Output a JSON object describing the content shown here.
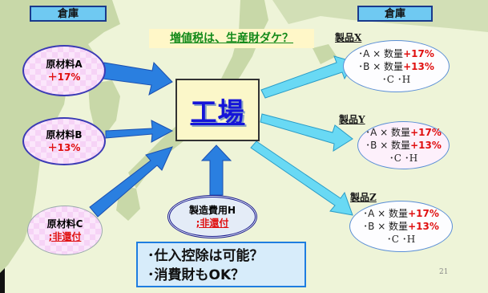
{
  "warehouse_left": "倉庫",
  "warehouse_right": "倉庫",
  "headline": "増値税は、生産財ダケ？",
  "materials": [
    {
      "name": "原材料A",
      "rate": "＋17%"
    },
    {
      "name": "原材料B",
      "rate": "＋13%"
    },
    {
      "name": "原材料C",
      "rate": ";非還付"
    }
  ],
  "factory": "工場",
  "expense": {
    "name": "製造費用H",
    "rate": ";非還付"
  },
  "callout": {
    "line1": "･仕入控除は可能？",
    "line2": "･消費財もOK？"
  },
  "products": [
    {
      "title": "製品X",
      "line1_prefix": "･A × 数量",
      "line1_rate": "+17%",
      "line2_prefix": "･B × 数量",
      "line2_rate": "+13%",
      "line3": "･C  ･H"
    },
    {
      "title": "製品Y",
      "line1_prefix": "･A × 数量",
      "line1_rate": "+17%",
      "line2_prefix": "･B × 数量",
      "line2_rate": "+13%",
      "line3": "･C  ･H"
    },
    {
      "title": "製品Z",
      "line1_prefix": "･A × 数量",
      "line1_rate": "+17%",
      "line2_prefix": "･B × 数量",
      "line2_rate": "+13%",
      "line3": "･C  ･H"
    }
  ],
  "page_number": "21",
  "colors": {
    "map_sea": "#e9f2cf",
    "land": "#c8d8a8",
    "arrow_blue": "#2a7fe0",
    "arrow_cyan": "#69d9f4"
  }
}
